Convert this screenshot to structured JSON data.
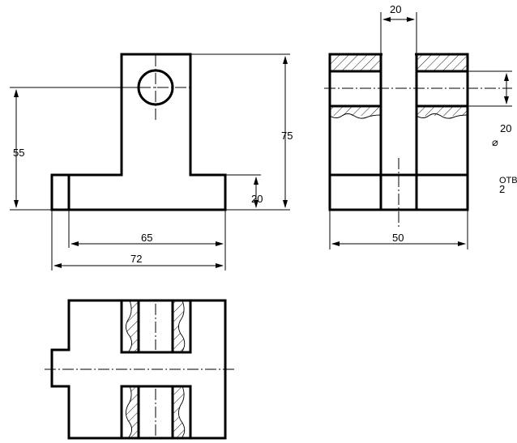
{
  "views": {
    "front": {
      "dim_height_55": "55",
      "dim_height_75": "75",
      "dim_height_20": "20",
      "dim_width_65": "65",
      "dim_width_72": "72"
    },
    "side": {
      "dim_slot_20": "20",
      "dim_width_50": "50",
      "dim_diameter_20": "20",
      "diameter_symbol": "⌀",
      "note_otv": "ОТВ",
      "note_count": "2"
    }
  },
  "colors": {
    "line": "#000000",
    "background": "#ffffff"
  }
}
